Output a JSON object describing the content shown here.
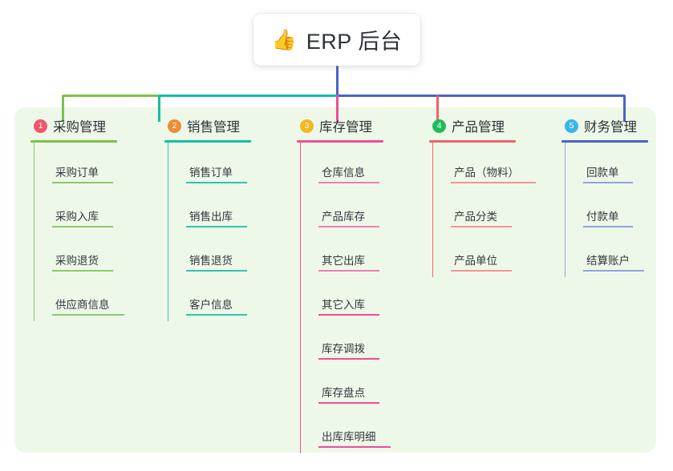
{
  "root": {
    "emoji": "👍",
    "emoji_name": "thumbs-up-icon",
    "title": "ERP 后台"
  },
  "canvas": {
    "panel_background": "#eef8e9",
    "page_background": "#ffffff"
  },
  "columns": [
    {
      "number": "1",
      "title": "采购管理",
      "badge_color": "#f4556a",
      "line_color": "#7cc24a",
      "items": [
        {
          "label": "采购订单"
        },
        {
          "label": "采购入库"
        },
        {
          "label": "采购退货"
        },
        {
          "label": "供应商信息"
        }
      ]
    },
    {
      "number": "2",
      "title": "销售管理",
      "badge_color": "#f08c33",
      "line_color": "#12bfa4",
      "items": [
        {
          "label": "销售订单"
        },
        {
          "label": "销售出库"
        },
        {
          "label": "销售退货"
        },
        {
          "label": "客户信息"
        }
      ]
    },
    {
      "number": "3",
      "title": "库存管理",
      "badge_color": "#f5b722",
      "line_color": "#ef4d96",
      "items": [
        {
          "label": "仓库信息"
        },
        {
          "label": "产品库存"
        },
        {
          "label": "其它出库"
        },
        {
          "label": "其它入库"
        },
        {
          "label": "库存调拨"
        },
        {
          "label": "库存盘点"
        },
        {
          "label": "出库库明细"
        }
      ]
    },
    {
      "number": "4",
      "title": "产品管理",
      "badge_color": "#22bb5b",
      "line_color": "#f4616a",
      "items": [
        {
          "label": "产品（物料）"
        },
        {
          "label": "产品分类"
        },
        {
          "label": "产品单位"
        }
      ]
    },
    {
      "number": "5",
      "title": "财务管理",
      "badge_color": "#39b6e8",
      "line_color": "#4a63c8",
      "items": [
        {
          "label": "回款单"
        },
        {
          "label": "付款单"
        },
        {
          "label": "结算账户"
        }
      ]
    }
  ]
}
